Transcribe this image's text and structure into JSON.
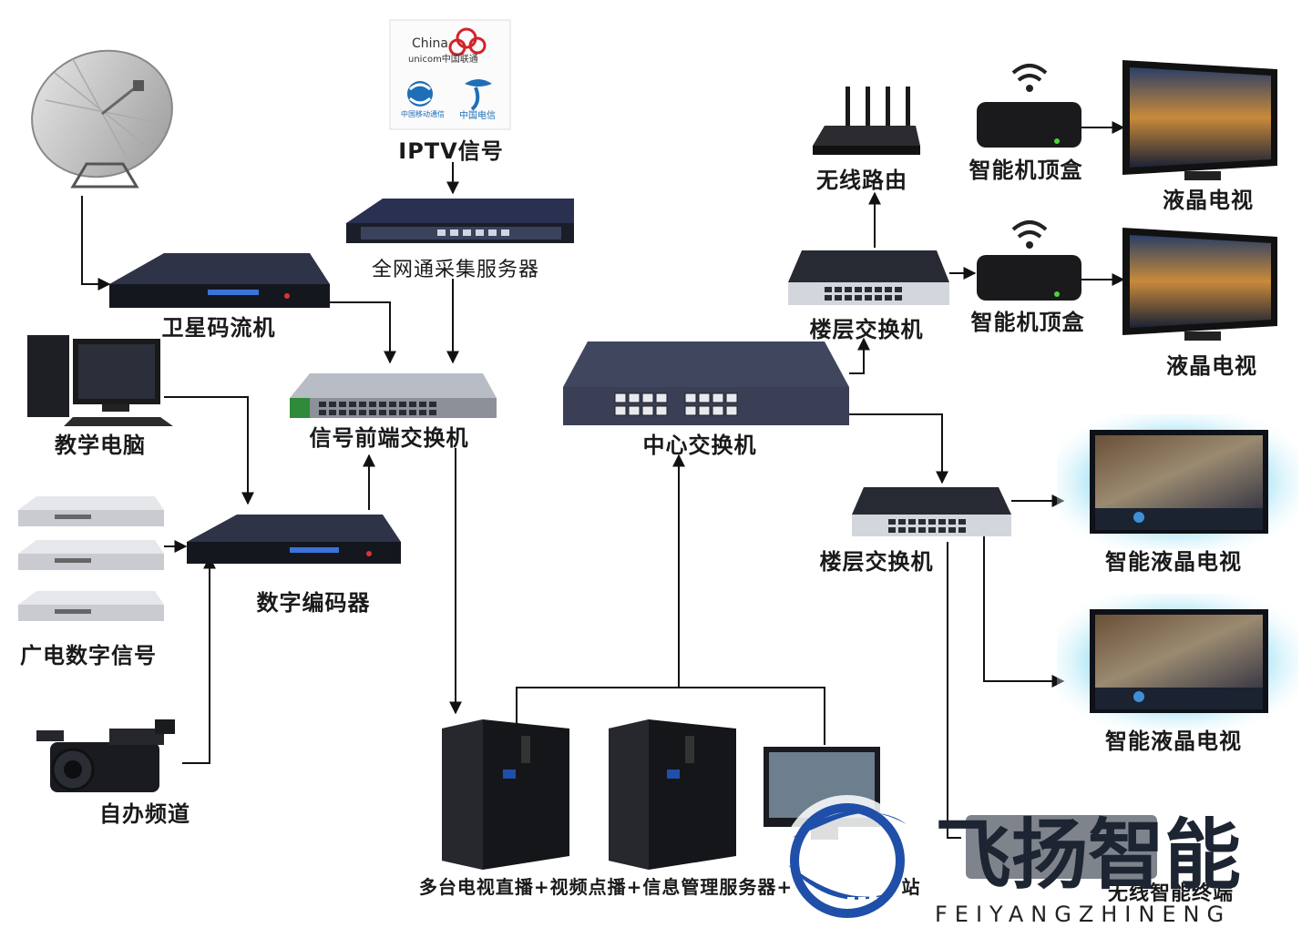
{
  "labels": {
    "iptv": "IPTV信号",
    "server_all": "全网通采集服务器",
    "satellite_streamer": "卫星码流机",
    "teaching_pc": "教学电脑",
    "front_switch": "信号前端交换机",
    "digital_encoder": "数字编码器",
    "broadcast_signal": "广电数字信号",
    "self_channel": "自办频道",
    "center_switch": "中心交换机",
    "wireless_router": "无线路由",
    "floor_switch_1": "楼层交换机",
    "floor_switch_2": "楼层交换机",
    "settop_1": "智能机顶盒",
    "settop_2": "智能机顶盒",
    "lcd_tv_1": "液晶电视",
    "lcd_tv_2": "液晶电视",
    "smart_tv_1": "智能液晶电视",
    "smart_tv_2": "智能液晶电视",
    "wireless_terminal": "无线智能终端",
    "servers": "多台电视直播+视频点播+信息管理服务器+",
    "servers_tail": "站"
  },
  "carriers": {
    "unicom_en_1": "China",
    "unicom_en_2": "unicom中国联通",
    "mobile": "中国移动通信",
    "telecom": "中国电信"
  },
  "brand": {
    "name_cn": "飞扬智能",
    "name_en": "FEIYANGZHINENG"
  },
  "colors": {
    "arrow": "#111111",
    "device_dark": "#1b1e28",
    "device_panel": "#2a2f3d",
    "logo_blue": "#1f4fa8",
    "unicom_red": "#d2232a",
    "mobile_blue": "#1e6fb7"
  }
}
